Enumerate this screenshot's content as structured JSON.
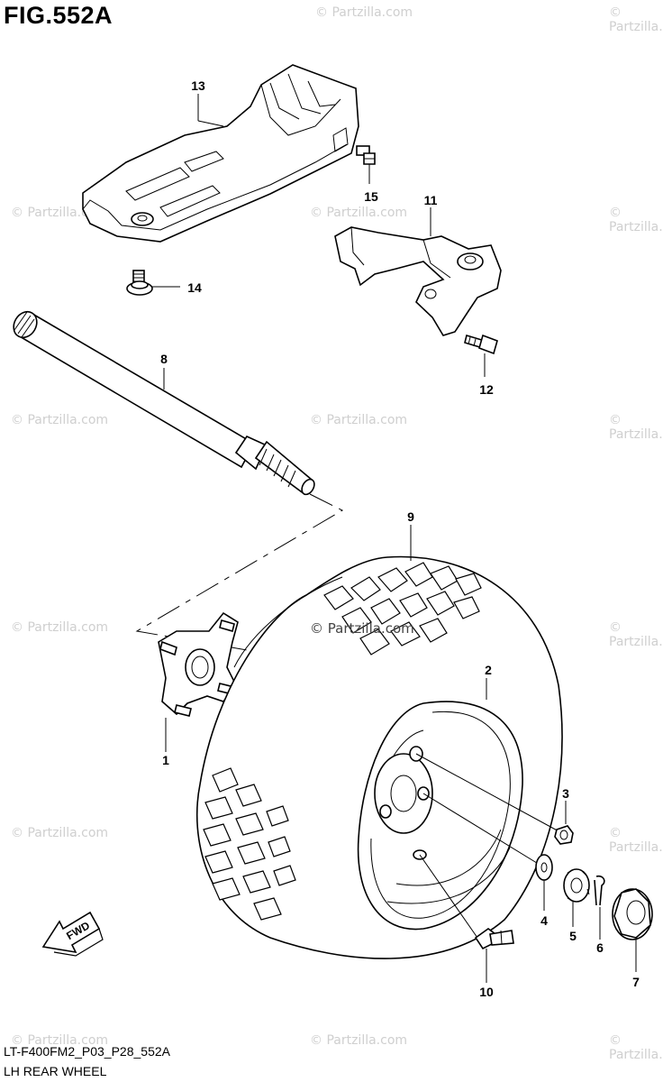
{
  "figure": {
    "title": "FIG.552A",
    "code": "LT-F400FM2_P03_P28_552A",
    "caption": "LH REAR WHEEL"
  },
  "watermark": {
    "text": "© Partzilla.com",
    "overlay_text": "© Partzilla.com"
  },
  "callouts": {
    "c1": "1",
    "c2": "2",
    "c3": "3",
    "c4": "4",
    "c5": "5",
    "c6": "6",
    "c7": "7",
    "c8": "8",
    "c9": "9",
    "c10": "10",
    "c11": "11",
    "c12": "12",
    "c13": "13",
    "c14": "14",
    "c15": "15"
  },
  "fwd_arrow": {
    "label": "FWD",
    "icon": "fwd-arrow-icon"
  }
}
